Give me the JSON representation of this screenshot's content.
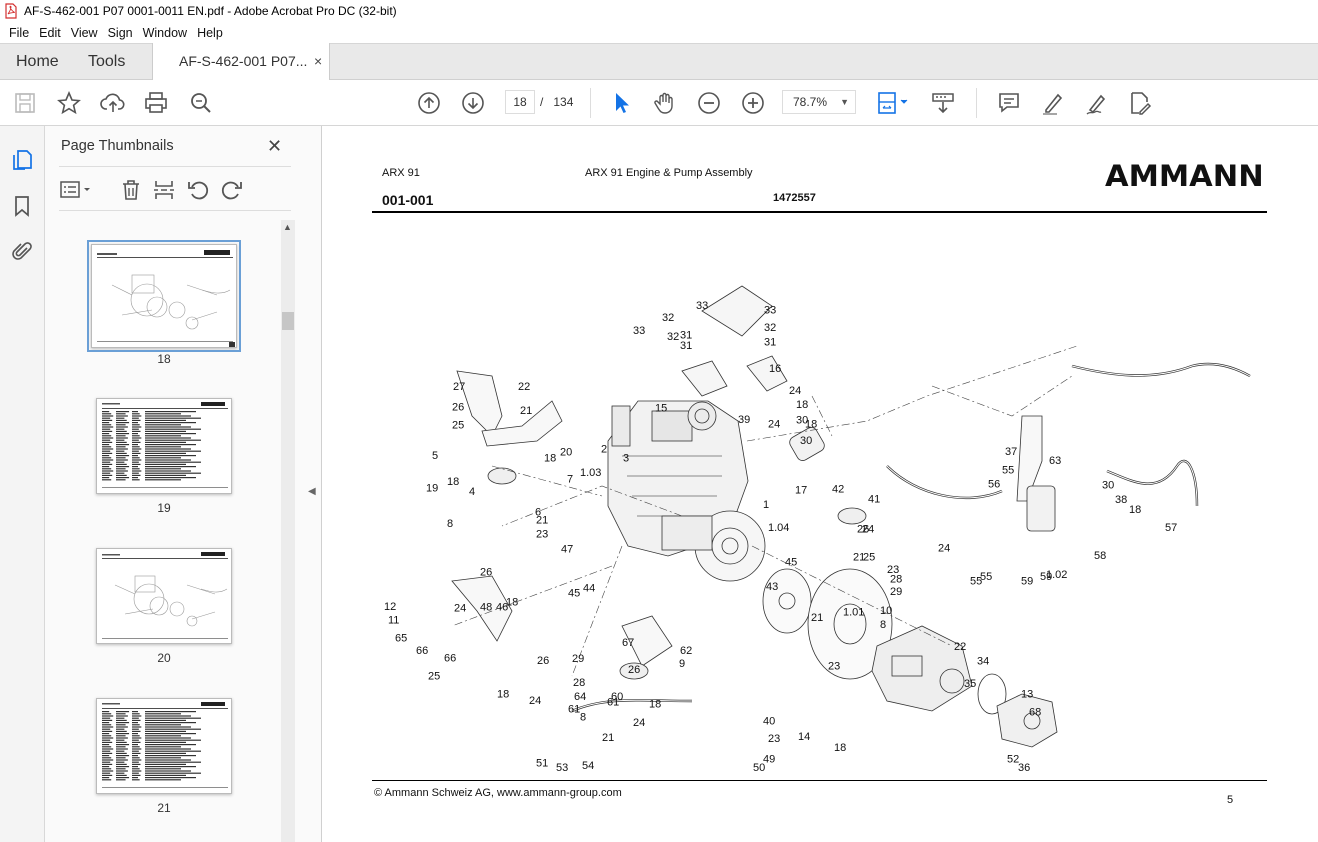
{
  "window": {
    "title": "AF-S-462-001 P07 0001-0011 EN.pdf - Adobe Acrobat Pro DC (32-bit)"
  },
  "menu": [
    "File",
    "Edit",
    "View",
    "Sign",
    "Window",
    "Help"
  ],
  "tabs": {
    "home": "Home",
    "tools": "Tools",
    "document": "AF-S-462-001 P07...",
    "close": "×"
  },
  "toolbar": {
    "current_page": "18",
    "page_separator": "/",
    "total_pages": "134",
    "zoom": "78.7%",
    "zoom_dropdown": "▼"
  },
  "thumbnail_panel": {
    "title": "Page Thumbnails",
    "close": "✕",
    "thumbnails": [
      {
        "label": "18",
        "kind": "drawing",
        "selected": true
      },
      {
        "label": "19",
        "kind": "table",
        "selected": false
      },
      {
        "label": "20",
        "kind": "drawing",
        "selected": false
      },
      {
        "label": "21",
        "kind": "table",
        "selected": false
      }
    ]
  },
  "document": {
    "model": "ARX 91",
    "title": "ARX 91 Engine & Pump Assembly",
    "section": "001-001",
    "part_number": "1472557",
    "logo": "AMMANN",
    "copyright": "© Ammann Schweiz AG, www.ammann-group.com",
    "page_number": "5",
    "callouts": [
      "33",
      "33",
      "32",
      "32",
      "31",
      "31",
      "33",
      "32",
      "31",
      "16",
      "24",
      "18",
      "30",
      "15",
      "39",
      "24",
      "18",
      "30",
      "27",
      "22",
      "26",
      "21",
      "25",
      "5",
      "4",
      "20",
      "18",
      "7",
      "19",
      "18",
      "6",
      "2",
      "3",
      "1.03",
      "17",
      "42",
      "41",
      "1",
      "1.04",
      "21",
      "23",
      "8",
      "24",
      "21",
      "23",
      "28",
      "29",
      "26",
      "25",
      "24",
      "26",
      "47",
      "18",
      "48",
      "46",
      "45",
      "44",
      "45",
      "43",
      "1.01",
      "10",
      "8",
      "21",
      "23",
      "12",
      "11",
      "65",
      "66",
      "66",
      "67",
      "62",
      "9",
      "29",
      "26",
      "26",
      "25",
      "18",
      "24",
      "28",
      "64",
      "61",
      "60",
      "61",
      "18",
      "8",
      "24",
      "21",
      "23",
      "22",
      "34",
      "35",
      "13",
      "68",
      "14",
      "18",
      "40",
      "51",
      "54",
      "53",
      "49",
      "50",
      "52",
      "36",
      "37",
      "63",
      "55",
      "30",
      "56",
      "38",
      "18",
      "24",
      "57",
      "58",
      "55",
      "59",
      "55",
      "59",
      "1.02"
    ]
  },
  "colors": {
    "accent": "#1473e6",
    "tab_bar": "#e9e9e9",
    "doc_background": "#e6e6e6"
  },
  "icons": {
    "rail": [
      "page-thumbnails-icon",
      "bookmark-icon",
      "attachment-icon"
    ],
    "toolbar_left": [
      "save-icon",
      "star-icon",
      "upload-icon",
      "print-icon",
      "search-zoom-icon"
    ],
    "toolbar_nav": [
      "page-up-icon",
      "page-down-icon"
    ],
    "toolbar_tools": [
      "select-arrow-icon",
      "hand-icon",
      "zoom-out-icon",
      "zoom-in-icon",
      "fit-page-icon",
      "scroll-mode-icon",
      "comment-icon",
      "highlight-icon",
      "sign-icon",
      "edit-pdf-icon"
    ],
    "panel_tools": [
      "thumbnail-options-icon",
      "delete-icon",
      "extract-icon",
      "rotate-left-icon",
      "rotate-right-icon"
    ]
  }
}
